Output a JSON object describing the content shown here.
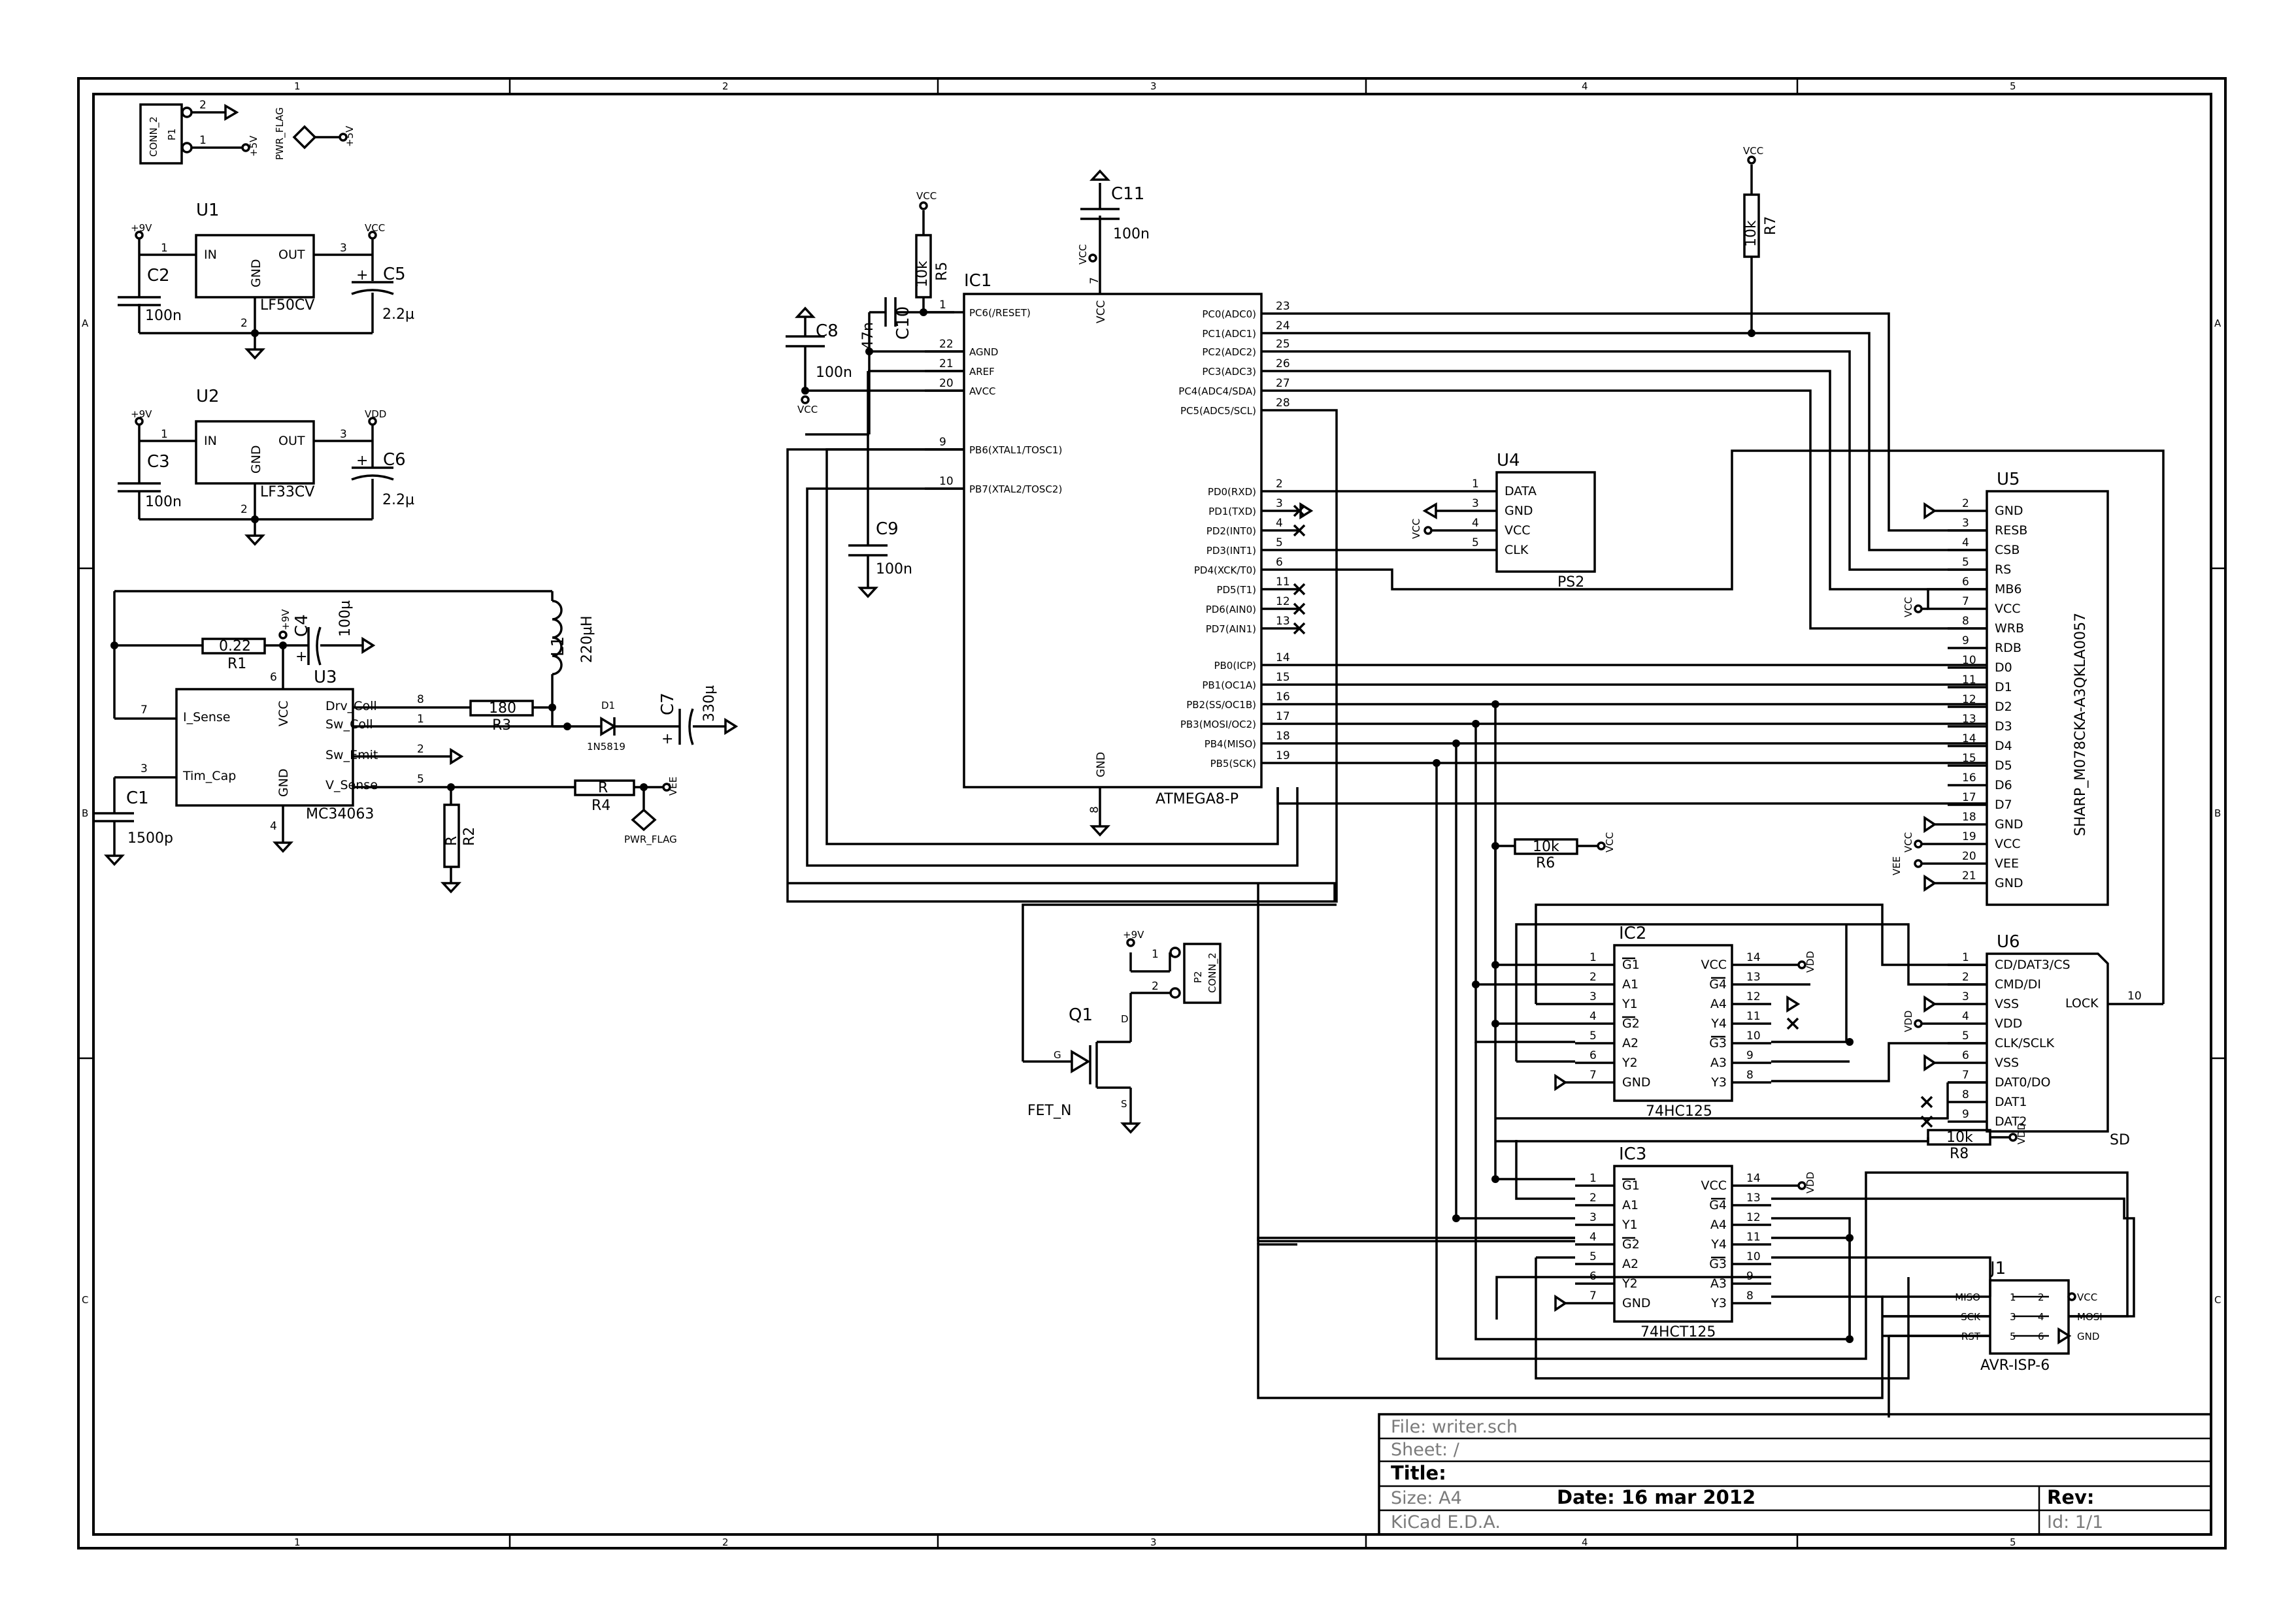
{
  "title_block": {
    "file": "File: writer.sch",
    "sheet": "Sheet: /",
    "title": "Title:",
    "size": "Size: A4",
    "date": "Date: 16 mar 2012",
    "rev": "Rev:",
    "tool": "KiCad E.D.A.",
    "id": "Id: 1/1"
  },
  "frame": {
    "col_marks": [
      "1",
      "2",
      "3",
      "4",
      "5"
    ],
    "row_marks": [
      "A",
      "B",
      "C"
    ]
  },
  "ic1": {
    "ref": "IC1",
    "value": "ATMEGA8-P",
    "left_pins": [
      {
        "num": "1",
        "name": "PC6(/RESET)"
      },
      {
        "num": "22",
        "name": "AGND"
      },
      {
        "num": "21",
        "name": "AREF"
      },
      {
        "num": "20",
        "name": "AVCC"
      },
      {
        "num": "9",
        "name": "PB6(XTAL1/TOSC1)"
      },
      {
        "num": "10",
        "name": "PB7(XTAL2/TOSC2)"
      }
    ],
    "right_pins": [
      {
        "num": "23",
        "name": "PC0(ADC0)"
      },
      {
        "num": "24",
        "name": "PC1(ADC1)"
      },
      {
        "num": "25",
        "name": "PC2(ADC2)"
      },
      {
        "num": "26",
        "name": "PC3(ADC3)"
      },
      {
        "num": "27",
        "name": "PC4(ADC4/SDA)"
      },
      {
        "num": "28",
        "name": "PC5(ADC5/SCL)"
      },
      {
        "num": "2",
        "name": "PD0(RXD)"
      },
      {
        "num": "3",
        "name": "PD1(TXD)"
      },
      {
        "num": "4",
        "name": "PD2(INT0)"
      },
      {
        "num": "5",
        "name": "PD3(INT1)"
      },
      {
        "num": "6",
        "name": "PD4(XCK/T0)"
      },
      {
        "num": "11",
        "name": "PD5(T1)"
      },
      {
        "num": "12",
        "name": "PD6(AIN0)"
      },
      {
        "num": "13",
        "name": "PD7(AIN1)"
      },
      {
        "num": "14",
        "name": "PB0(ICP)"
      },
      {
        "num": "15",
        "name": "PB1(OC1A)"
      },
      {
        "num": "16",
        "name": "PB2(SS/OC1B)"
      },
      {
        "num": "17",
        "name": "PB3(MOSI/OC2)"
      },
      {
        "num": "18",
        "name": "PB4(MISO)"
      },
      {
        "num": "19",
        "name": "PB5(SCK)"
      }
    ],
    "vcc_name": "VCC",
    "vcc_num": "7",
    "gnd_name": "GND",
    "gnd_num": "8"
  },
  "u5": {
    "ref": "U5",
    "value": "SHARP_M078CKA-A3QKLA0057",
    "pins": [
      {
        "num": "2",
        "name": "GND"
      },
      {
        "num": "3",
        "name": "RESB"
      },
      {
        "num": "4",
        "name": "CSB"
      },
      {
        "num": "5",
        "name": "RS"
      },
      {
        "num": "6",
        "name": "MB6"
      },
      {
        "num": "7",
        "name": "VCC"
      },
      {
        "num": "8",
        "name": "WRB"
      },
      {
        "num": "9",
        "name": "RDB"
      },
      {
        "num": "10",
        "name": "D0"
      },
      {
        "num": "11",
        "name": "D1"
      },
      {
        "num": "12",
        "name": "D2"
      },
      {
        "num": "13",
        "name": "D3"
      },
      {
        "num": "14",
        "name": "D4"
      },
      {
        "num": "15",
        "name": "D5"
      },
      {
        "num": "16",
        "name": "D6"
      },
      {
        "num": "17",
        "name": "D7"
      },
      {
        "num": "18",
        "name": "GND"
      },
      {
        "num": "19",
        "name": "VCC"
      },
      {
        "num": "20",
        "name": "VEE"
      },
      {
        "num": "21",
        "name": "GND"
      }
    ]
  },
  "u6": {
    "ref": "U6",
    "value": "SD",
    "lock_name": "LOCK",
    "lock_num": "10",
    "pins": [
      {
        "num": "1",
        "name": "CD/DAT3/CS"
      },
      {
        "num": "2",
        "name": "CMD/DI"
      },
      {
        "num": "3",
        "name": "VSS"
      },
      {
        "num": "4",
        "name": "VDD"
      },
      {
        "num": "5",
        "name": "CLK/SCLK"
      },
      {
        "num": "6",
        "name": "VSS"
      },
      {
        "num": "7",
        "name": "DAT0/DO"
      },
      {
        "num": "8",
        "name": "DAT1"
      },
      {
        "num": "9",
        "name": "DAT2"
      }
    ]
  },
  "u4": {
    "ref": "U4",
    "value": "PS2",
    "pins": [
      {
        "num": "1",
        "name": "DATA"
      },
      {
        "num": "3",
        "name": "GND"
      },
      {
        "num": "4",
        "name": "VCC"
      },
      {
        "num": "5",
        "name": "CLK"
      }
    ]
  },
  "ic2": {
    "ref": "IC2",
    "value": "74HC125",
    "left": [
      {
        "num": "1",
        "name": "G1"
      },
      {
        "num": "2",
        "name": "A1"
      },
      {
        "num": "3",
        "name": "Y1"
      },
      {
        "num": "4",
        "name": "G2"
      },
      {
        "num": "5",
        "name": "A2"
      },
      {
        "num": "6",
        "name": "Y2"
      },
      {
        "num": "7",
        "name": "GND"
      }
    ],
    "right": [
      {
        "num": "14",
        "name": "VCC"
      },
      {
        "num": "13",
        "name": "G4"
      },
      {
        "num": "12",
        "name": "A4"
      },
      {
        "num": "11",
        "name": "Y4"
      },
      {
        "num": "10",
        "name": "G3"
      },
      {
        "num": "9",
        "name": "A3"
      },
      {
        "num": "8",
        "name": "Y3"
      }
    ]
  },
  "ic3": {
    "ref": "IC3",
    "value": "74HCT125",
    "left": [
      {
        "num": "1",
        "name": "G1"
      },
      {
        "num": "2",
        "name": "A1"
      },
      {
        "num": "3",
        "name": "Y1"
      },
      {
        "num": "4",
        "name": "G2"
      },
      {
        "num": "5",
        "name": "A2"
      },
      {
        "num": "6",
        "name": "Y2"
      },
      {
        "num": "7",
        "name": "GND"
      }
    ],
    "right": [
      {
        "num": "14",
        "name": "VCC"
      },
      {
        "num": "13",
        "name": "G4"
      },
      {
        "num": "12",
        "name": "A4"
      },
      {
        "num": "11",
        "name": "Y4"
      },
      {
        "num": "10",
        "name": "G3"
      },
      {
        "num": "9",
        "name": "A3"
      },
      {
        "num": "8",
        "name": "Y3"
      }
    ]
  },
  "j1": {
    "ref": "J1",
    "value": "AVR-ISP-6",
    "left": [
      {
        "num": "1",
        "name": "MISO"
      },
      {
        "num": "3",
        "name": "SCK"
      },
      {
        "num": "5",
        "name": "RST"
      }
    ],
    "right": [
      {
        "num": "2",
        "name": "VCC"
      },
      {
        "num": "4",
        "name": "MOSI"
      },
      {
        "num": "6",
        "name": "GND"
      }
    ]
  },
  "u1": {
    "ref": "U1",
    "value": "LF50CV",
    "in": "IN",
    "out": "OUT",
    "gnd": "GND",
    "p1": "1",
    "p2": "2",
    "p3": "3"
  },
  "u2": {
    "ref": "U2",
    "value": "LF33CV",
    "in": "IN",
    "out": "OUT",
    "gnd": "GND",
    "p1": "1",
    "p2": "2",
    "p3": "3"
  },
  "u3": {
    "ref": "U3",
    "value": "MC34063",
    "left": [
      {
        "num": "7",
        "name": "I_Sense"
      },
      {
        "num": "3",
        "name": "Tim_Cap"
      }
    ],
    "right": [
      {
        "num": "8",
        "name": "Drv_Coll"
      },
      {
        "num": "1",
        "name": "Sw_Coll"
      },
      {
        "num": "2",
        "name": "Sw_Emit"
      },
      {
        "num": "5",
        "name": "V_Sense"
      }
    ],
    "vcc_name": "VCC",
    "vcc_num": "6",
    "gnd_name": "GND",
    "gnd_num": "4"
  },
  "q1": {
    "ref": "Q1",
    "value": "FET_N",
    "g": "G",
    "d": "D",
    "s": "S"
  },
  "p1": {
    "ref": "P1",
    "value": "CONN_2",
    "pin1": "1",
    "pin2": "2"
  },
  "p2": {
    "ref": "P2",
    "value": "CONN_2",
    "pin1": "1",
    "pin2": "2"
  },
  "d1": {
    "ref": "D1",
    "value": "1N5819"
  },
  "l1": {
    "ref": "L1",
    "value": "220µH"
  },
  "passives": {
    "c1": {
      "ref": "C1",
      "value": "1500p"
    },
    "c2": {
      "ref": "C2",
      "value": "100n"
    },
    "c3": {
      "ref": "C3",
      "value": "100n"
    },
    "c4": {
      "ref": "C4",
      "value": "100µ"
    },
    "c5": {
      "ref": "C5",
      "value": "2.2µ"
    },
    "c6": {
      "ref": "C6",
      "value": "2.2µ"
    },
    "c7": {
      "ref": "C7",
      "value": "330µ"
    },
    "c8": {
      "ref": "C8",
      "value": "100n"
    },
    "c9": {
      "ref": "C9",
      "value": "100n"
    },
    "c10": {
      "ref": "C10",
      "value": "47n"
    },
    "c11": {
      "ref": "C11",
      "value": "100n"
    },
    "r1": {
      "ref": "R1",
      "value": "0.22"
    },
    "r2": {
      "ref": "R2",
      "value": "R"
    },
    "r3": {
      "ref": "R3",
      "value": "180"
    },
    "r4": {
      "ref": "R4",
      "value": "R"
    },
    "r5": {
      "ref": "R5",
      "value": "10k"
    },
    "r6": {
      "ref": "R6",
      "value": "10k"
    },
    "r7": {
      "ref": "R7",
      "value": "10k"
    },
    "r8": {
      "ref": "R8",
      "value": "10k"
    }
  },
  "net_labels": {
    "vcc": "VCC",
    "vdd": "VDD",
    "vee": "VEE",
    "p5v": "+5V",
    "p9v": "+9V",
    "pwr_flag": "PWR_FLAG",
    "plus": "+"
  },
  "colors": {
    "ink": "#000000",
    "frame_gray": "#9a9a9a",
    "paper": "#ffffff"
  }
}
